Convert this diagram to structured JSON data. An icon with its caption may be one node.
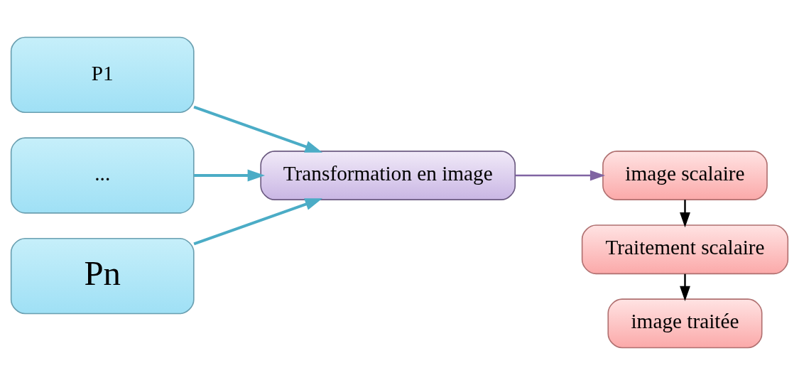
{
  "diagram": {
    "nodes": [
      {
        "text": [
          "P1"
        ]
      },
      {
        "text": [
          "..."
        ]
      },
      {
        "text": [
          "Pn"
        ]
      },
      {
        "text": [
          "Transformation en image"
        ]
      },
      {
        "text": [
          "image scalaire"
        ]
      },
      {
        "text": [
          "Traitement scalaire"
        ]
      },
      {
        "text": [
          "image traitée"
        ]
      }
    ],
    "edges": [
      {
        "from": 0,
        "to": 3,
        "arrow": "to",
        "color": "#4bacc6"
      },
      {
        "from": 1,
        "to": 3,
        "arrow": "to",
        "color": "#4bacc6"
      },
      {
        "from": 2,
        "to": 3,
        "arrow": "to",
        "color": "#4bacc6"
      },
      {
        "from": 3,
        "to": 4,
        "arrow": "to",
        "color": "#8064a2"
      },
      {
        "from": 4,
        "to": 5,
        "arrow": "to",
        "color": "#000000"
      },
      {
        "from": 5,
        "to": 6,
        "arrow": "to",
        "color": "#000000"
      }
    ]
  }
}
